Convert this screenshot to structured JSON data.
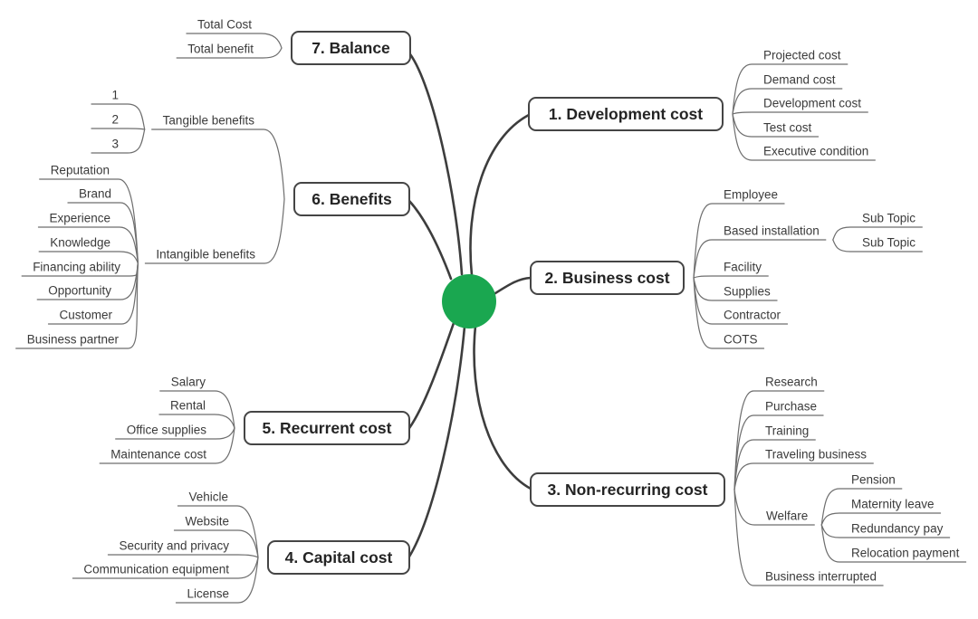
{
  "colors": {
    "center_node": "#1aa750",
    "branch_line": "#3d3d3d",
    "box_border": "#454545",
    "box_fill": "#ffffff",
    "connector_line": "#6e6e6e"
  },
  "diagram": {
    "center": {
      "label": ""
    },
    "branches": [
      {
        "label": "1. Development cost",
        "children": [
          {
            "label": "Projected cost"
          },
          {
            "label": "Demand cost"
          },
          {
            "label": "Development cost"
          },
          {
            "label": "Test cost"
          },
          {
            "label": "Executive condition"
          }
        ]
      },
      {
        "label": "2. Business cost",
        "children": [
          {
            "label": "Employee"
          },
          {
            "label": "Based installation",
            "children": [
              {
                "label": "Sub Topic"
              },
              {
                "label": "Sub Topic"
              }
            ]
          },
          {
            "label": "Facility"
          },
          {
            "label": "Supplies"
          },
          {
            "label": "Contractor"
          },
          {
            "label": "COTS"
          }
        ]
      },
      {
        "label": "3. Non-recurring cost",
        "children": [
          {
            "label": "Research"
          },
          {
            "label": "Purchase"
          },
          {
            "label": "Training"
          },
          {
            "label": "Traveling business"
          },
          {
            "label": "Welfare",
            "children": [
              {
                "label": "Pension"
              },
              {
                "label": "Maternity leave"
              },
              {
                "label": "Redundancy pay"
              },
              {
                "label": "Relocation payment"
              }
            ]
          },
          {
            "label": "Business interrupted"
          }
        ]
      },
      {
        "label": "4. Capital cost",
        "children": [
          {
            "label": "Vehicle"
          },
          {
            "label": "Website"
          },
          {
            "label": "Security and privacy"
          },
          {
            "label": "Communication equipment"
          },
          {
            "label": "License"
          }
        ]
      },
      {
        "label": "5. Recurrent cost",
        "children": [
          {
            "label": "Salary"
          },
          {
            "label": "Rental"
          },
          {
            "label": "Office supplies"
          },
          {
            "label": "Maintenance cost"
          }
        ]
      },
      {
        "label": "6. Benefits",
        "children": [
          {
            "label": "Tangible benefits",
            "children": [
              {
                "label": "1"
              },
              {
                "label": "2"
              },
              {
                "label": "3"
              }
            ]
          },
          {
            "label": "Intangible benefits",
            "children": [
              {
                "label": "Reputation"
              },
              {
                "label": "Brand"
              },
              {
                "label": "Experience"
              },
              {
                "label": "Knowledge"
              },
              {
                "label": "Financing ability"
              },
              {
                "label": "Opportunity"
              },
              {
                "label": "Customer"
              },
              {
                "label": "Business partner"
              }
            ]
          }
        ]
      },
      {
        "label": "7. Balance",
        "children": [
          {
            "label": "Total Cost"
          },
          {
            "label": "Total benefit"
          }
        ]
      }
    ]
  }
}
